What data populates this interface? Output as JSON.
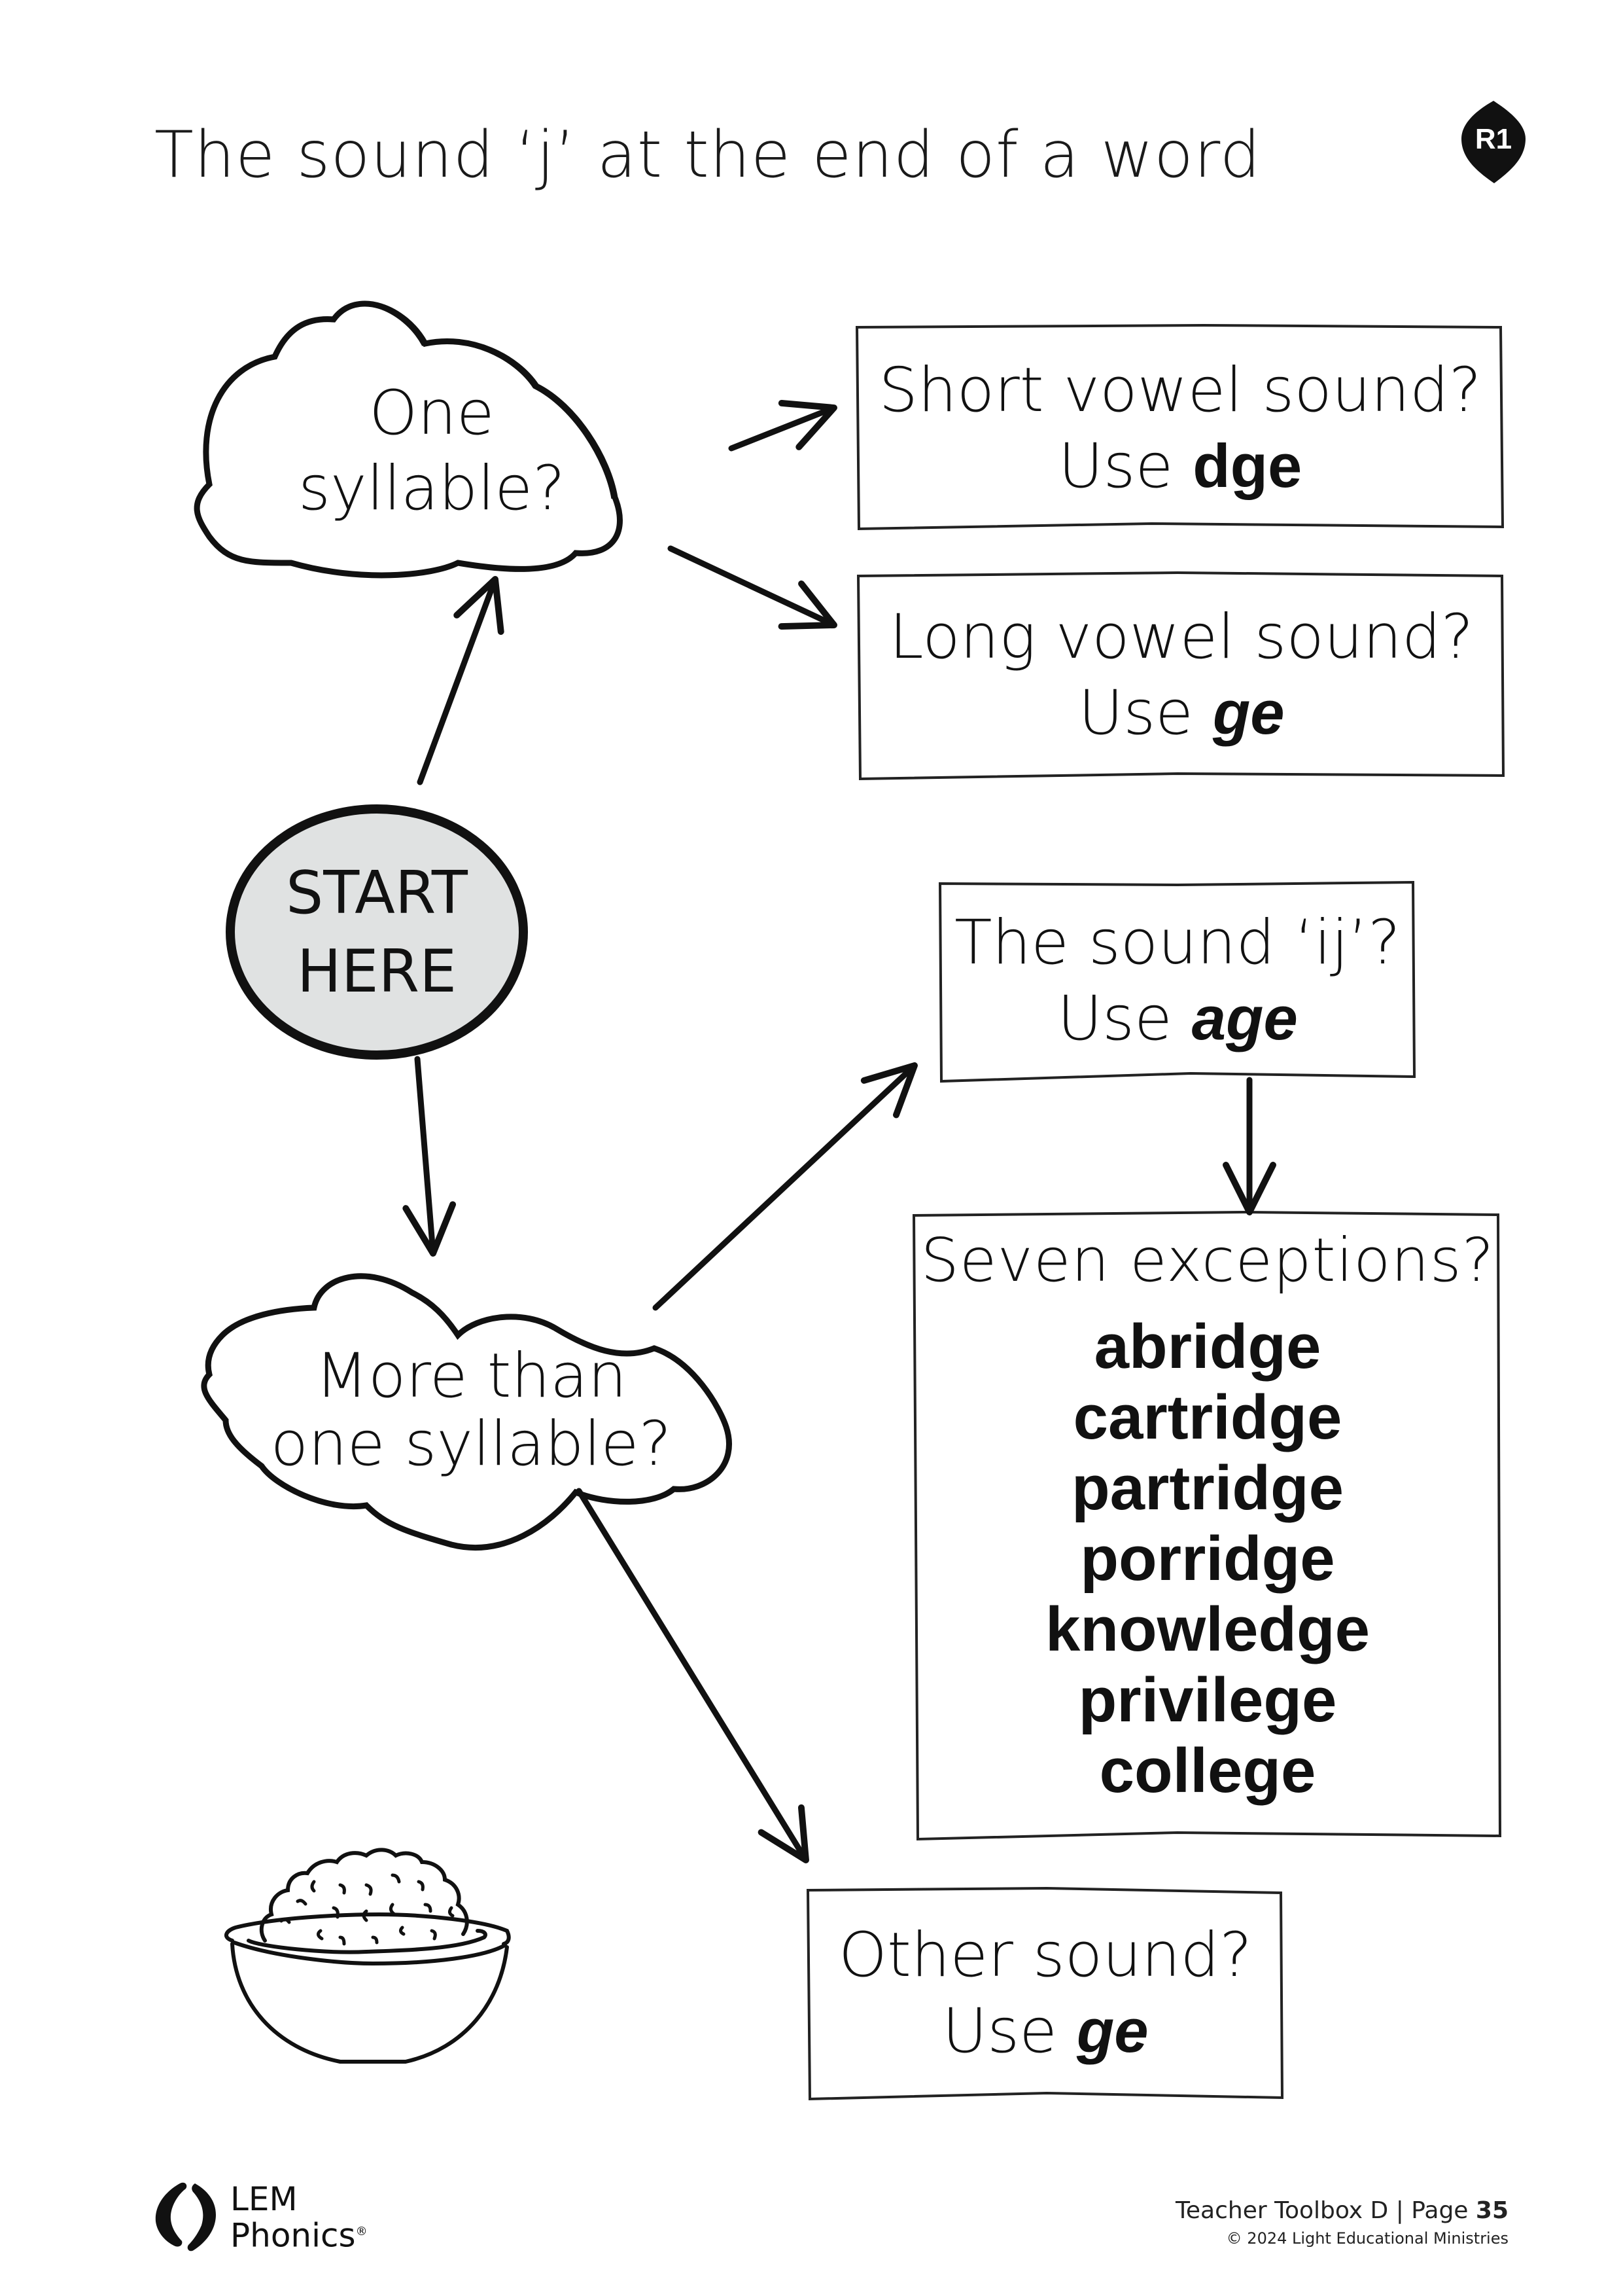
{
  "header": {
    "title": "The sound ‘j’ at the end of a word",
    "badge": "R1"
  },
  "flowchart": {
    "start": {
      "line1": "START",
      "line2": "HERE"
    },
    "one_syllable": {
      "label": "One syllable?"
    },
    "more_than_one": {
      "line1": "More than",
      "line2": "one syllable?"
    },
    "short_vowel": {
      "question": "Short vowel sound?",
      "prefix": "Use",
      "spelling": "dge"
    },
    "long_vowel": {
      "question": "Long vowel sound?",
      "prefix": "Use",
      "spelling": "ge"
    },
    "ij_sound": {
      "question": "The sound ‘ij’?",
      "prefix": "Use",
      "spelling": "age"
    },
    "exceptions": {
      "heading": "Seven exceptions?",
      "words": [
        "abridge",
        "cartridge",
        "partridge",
        "porridge",
        "knowledge",
        "privilege",
        "college"
      ]
    },
    "other_sound": {
      "question": "Other sound?",
      "prefix": "Use",
      "spelling": "ge"
    },
    "edges": [
      {
        "from": "start",
        "to": "one_syllable"
      },
      {
        "from": "start",
        "to": "more_than_one"
      },
      {
        "from": "one_syllable",
        "to": "short_vowel"
      },
      {
        "from": "one_syllable",
        "to": "long_vowel"
      },
      {
        "from": "more_than_one",
        "to": "ij_sound"
      },
      {
        "from": "ij_sound",
        "to": "exceptions"
      },
      {
        "from": "more_than_one",
        "to": "other_sound"
      }
    ]
  },
  "illustration": {
    "icon": "porridge-bowl-icon"
  },
  "footer": {
    "logo_line1": "LEM",
    "logo_line2": "Phonics",
    "registered": "®",
    "book": "Teacher Toolbox D | Page ",
    "page_number": "35",
    "copyright": "© 2024 Light Educational Ministries"
  },
  "colors": {
    "ink": "#111111",
    "start_fill": "#e0e2e2",
    "paper": "#ffffff"
  }
}
